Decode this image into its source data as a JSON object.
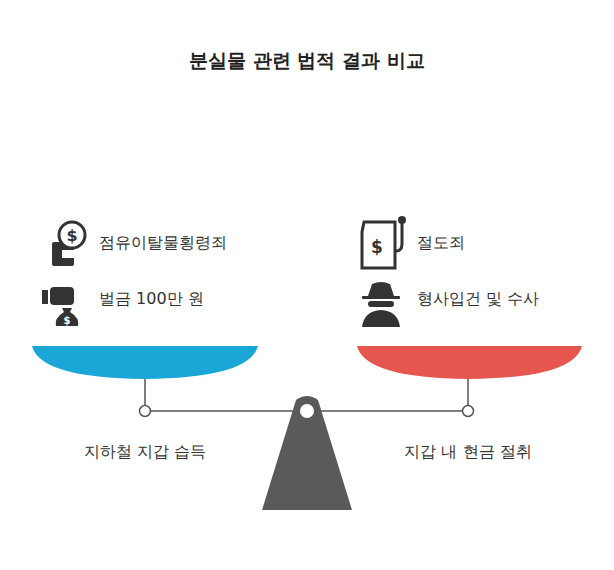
{
  "diagram": {
    "title": "분실물 관련 법적 결과 비교",
    "labels": [
      "점유이탈물횡령죄",
      "벌금 100만 원",
      "절도죄",
      "형사입건 및 수사",
      "지하철 지갑 습득",
      "지갑 내 현금 절취"
    ]
  }
}
